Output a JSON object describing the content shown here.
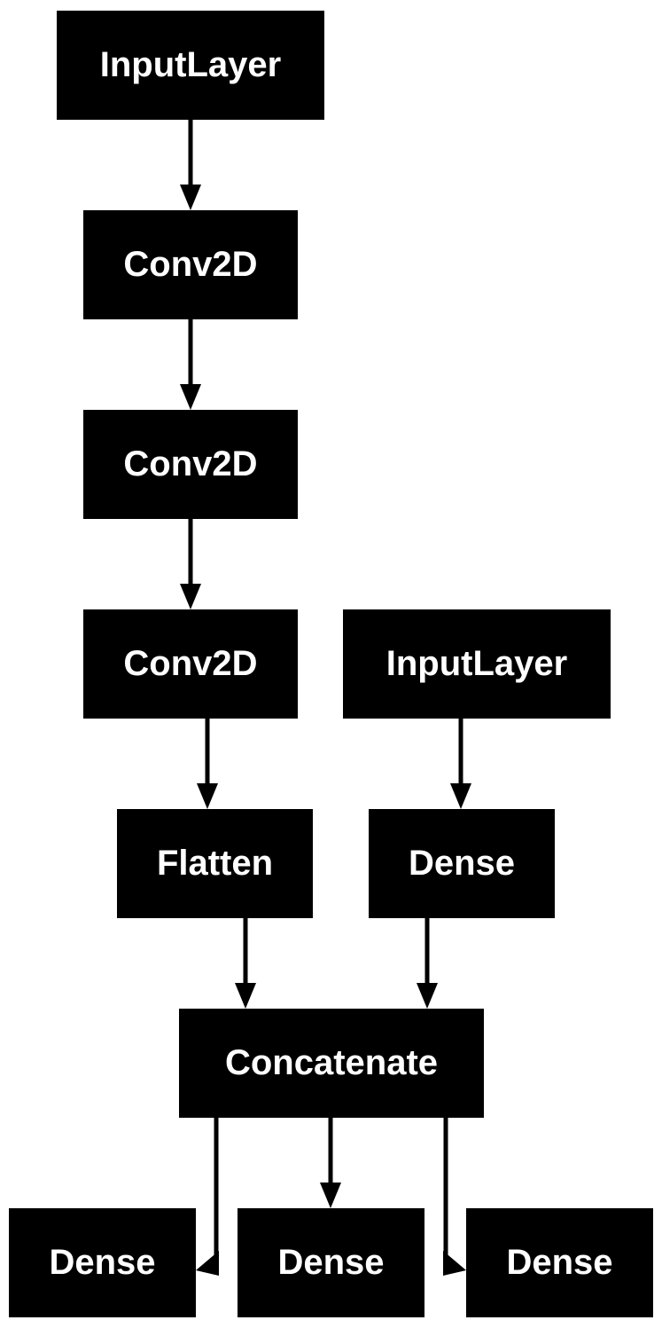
{
  "diagram": {
    "nodes": [
      {
        "id": "input_1",
        "label": "InputLayer"
      },
      {
        "id": "conv2d_1",
        "label": "Conv2D"
      },
      {
        "id": "conv2d_2",
        "label": "Conv2D"
      },
      {
        "id": "conv2d_3",
        "label": "Conv2D"
      },
      {
        "id": "input_2",
        "label": "InputLayer"
      },
      {
        "id": "flatten",
        "label": "Flatten"
      },
      {
        "id": "dense_in",
        "label": "Dense"
      },
      {
        "id": "concatenate",
        "label": "Concatenate"
      },
      {
        "id": "dense_out_1",
        "label": "Dense"
      },
      {
        "id": "dense_out_2",
        "label": "Dense"
      },
      {
        "id": "dense_out_3",
        "label": "Dense"
      }
    ],
    "edges": [
      {
        "from": "input_1",
        "to": "conv2d_1"
      },
      {
        "from": "conv2d_1",
        "to": "conv2d_2"
      },
      {
        "from": "conv2d_2",
        "to": "conv2d_3"
      },
      {
        "from": "conv2d_3",
        "to": "flatten"
      },
      {
        "from": "input_2",
        "to": "dense_in"
      },
      {
        "from": "flatten",
        "to": "concatenate"
      },
      {
        "from": "dense_in",
        "to": "concatenate"
      },
      {
        "from": "concatenate",
        "to": "dense_out_1"
      },
      {
        "from": "concatenate",
        "to": "dense_out_2"
      },
      {
        "from": "concatenate",
        "to": "dense_out_3"
      }
    ],
    "colors": {
      "node_fill": "#000000",
      "node_text": "#ffffff",
      "edge": "#000000",
      "background": "#ffffff"
    }
  }
}
